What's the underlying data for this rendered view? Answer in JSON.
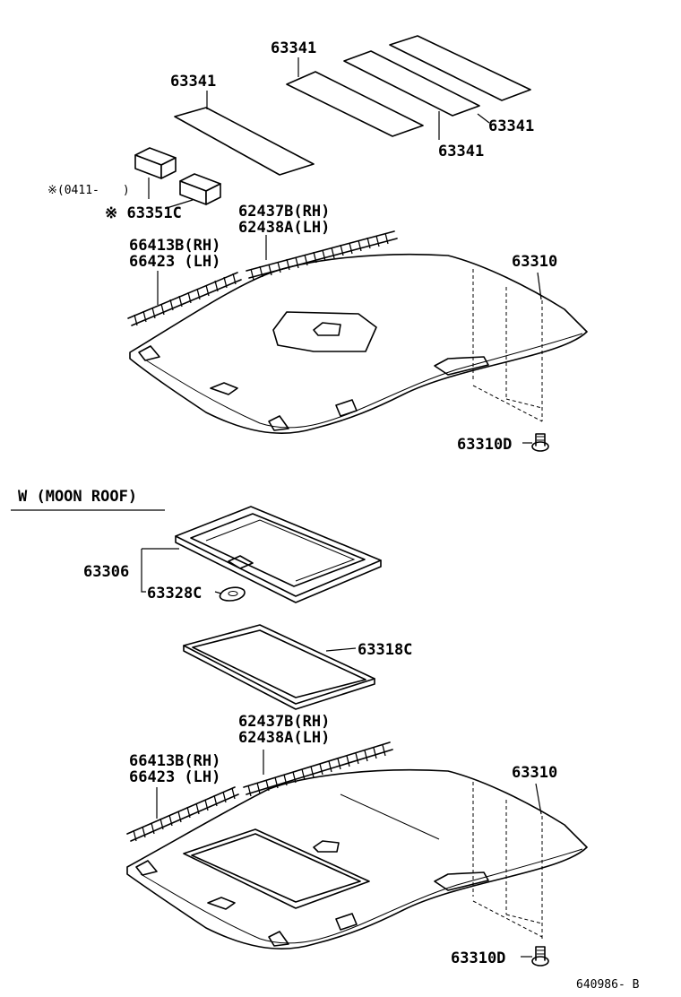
{
  "section_heading": "W (MOON ROOF)",
  "footer_code": "640986- B",
  "labels": {
    "p63341_a": "63341",
    "p63341_b": "63341",
    "p63341_c": "63341",
    "p63341_d": "63341",
    "note_date": "※(0411-　　)",
    "p63351c": "※ 63351C",
    "p62437b_top": "62437B(RH)",
    "p62438a_top": "62438A(LH)",
    "p66413b_top": "66413B(RH)",
    "p66423_top": "66423  (LH)",
    "p63310_top": "63310",
    "p63310d_top": "63310D",
    "p63306": "63306",
    "p63328c": "63328C",
    "p63318c": "63318C",
    "p62437b_bot": "62437B(RH)",
    "p62438a_bot": "62438A(LH)",
    "p66413b_bot": "66413B(RH)",
    "p66423_bot": "66423  (LH)",
    "p63310_bot": "63310",
    "p63310d_bot": "63310D"
  }
}
